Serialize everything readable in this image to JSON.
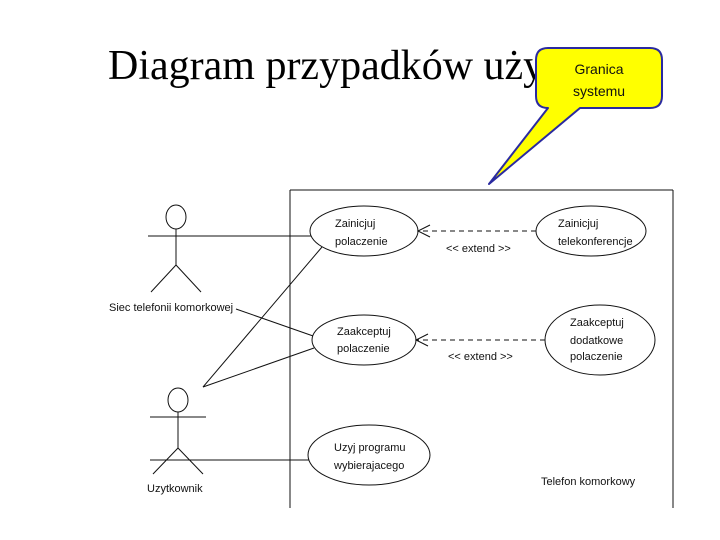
{
  "slide": {
    "title": "Diagram przypadków użycia"
  },
  "callout": {
    "line1": "Granica",
    "line2": "systemu",
    "fill_color": "#ffff00",
    "border_color": "#2a2aa0"
  },
  "actors": [
    {
      "label": "Siec telefonii komorkowej"
    },
    {
      "label": "Uzytkownik"
    }
  ],
  "use_cases": {
    "initiate_call": [
      "Zainicjuj",
      "polaczenie"
    ],
    "initiate_conference": [
      "Zainicjuj",
      "telekonferencje"
    ],
    "accept_call": [
      "Zaakceptuj",
      "polaczenie"
    ],
    "accept_additional_call": [
      "Zaakceptuj",
      "dodatkowe",
      "polaczenie"
    ],
    "use_dialer": [
      "Uzyj programu",
      "wybierajacego"
    ]
  },
  "relations": {
    "extend_label_1": "<< extend >>",
    "extend_label_2": "<< extend >>"
  },
  "system": {
    "label": "Telefon komorkowy"
  }
}
